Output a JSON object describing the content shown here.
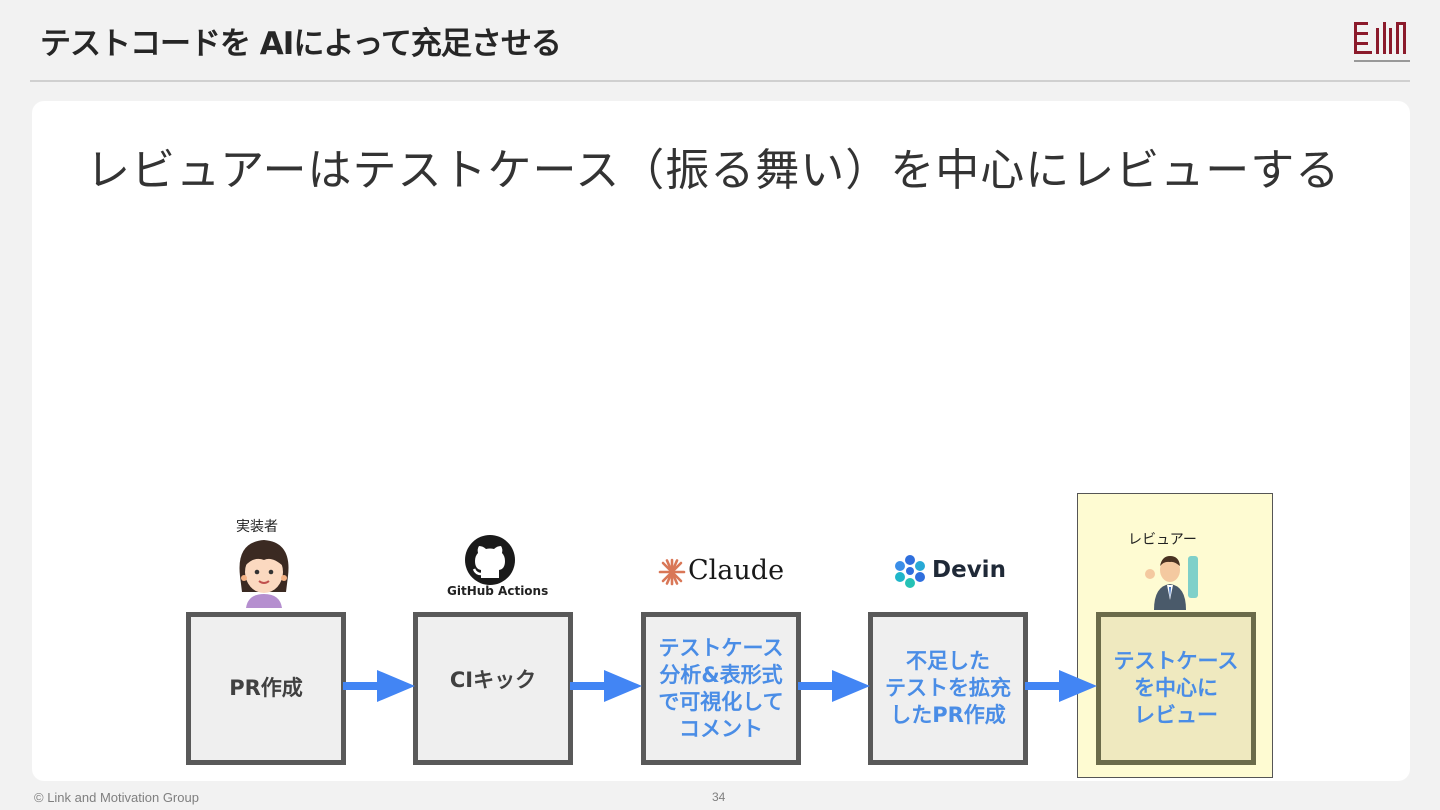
{
  "header": {
    "title": "テストコードを AIによって充足させる"
  },
  "subtitle": "レビュアーはテストケース（振る舞い）を中心にレビューする",
  "flow": {
    "implementer_label": "実装者",
    "reviewer_label": "レビュアー",
    "github_label": "GitHub Actions",
    "claude_label": "Claude",
    "devin_label": "Devin",
    "steps": [
      {
        "label": "PR作成"
      },
      {
        "label": "CIキック"
      },
      {
        "label": "テストケース\n分析&表形式\nで可視化して\nコメント"
      },
      {
        "label": "不足した\nテストを拡充\nしたPR作成"
      },
      {
        "label": "テストケース\nを中心に\nレビュー"
      }
    ]
  },
  "footer": {
    "copyright": "© Link and Motivation Group",
    "page_number": "34"
  },
  "colors": {
    "arrow": "#4285f4",
    "box_border": "#595959",
    "accent_text": "#4a8de6",
    "highlight": "#fefbd2",
    "logo": "#8b1a2b"
  }
}
